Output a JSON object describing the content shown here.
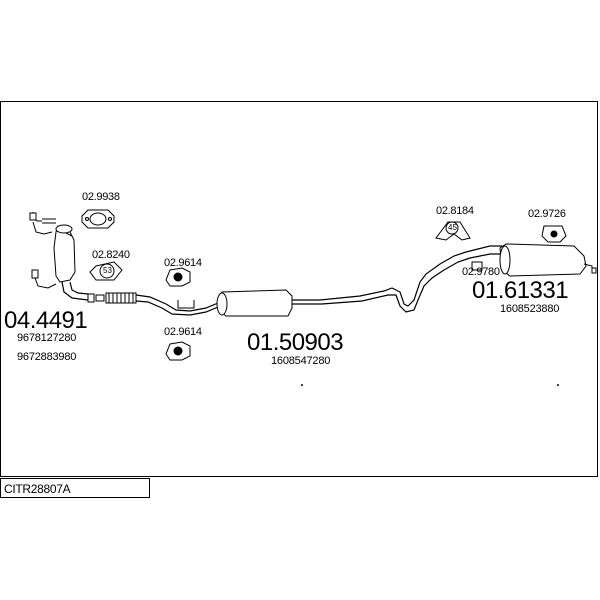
{
  "diagram": {
    "code": "CITR28807A",
    "parts": {
      "p_2_9938": "02.9938",
      "p_2_8240": "02.8240",
      "p_2_9614_top": "02.9614",
      "p_2_9614_bottom": "02.9614",
      "p_2_8184": "02.8184",
      "p_2_9726": "02.9726",
      "p_2_9780": "02.9780"
    },
    "assemblies": {
      "front": {
        "number": "04.4491",
        "oe": [
          "9678127280",
          "9672883980"
        ]
      },
      "middle": {
        "number": "01.50903",
        "oe": [
          "1608547280"
        ]
      },
      "rear": {
        "number": "01.61331",
        "oe": [
          "1608523880"
        ]
      }
    },
    "clamp_numbers": {
      "clamp_53": "53",
      "hanger_45": "45"
    }
  }
}
